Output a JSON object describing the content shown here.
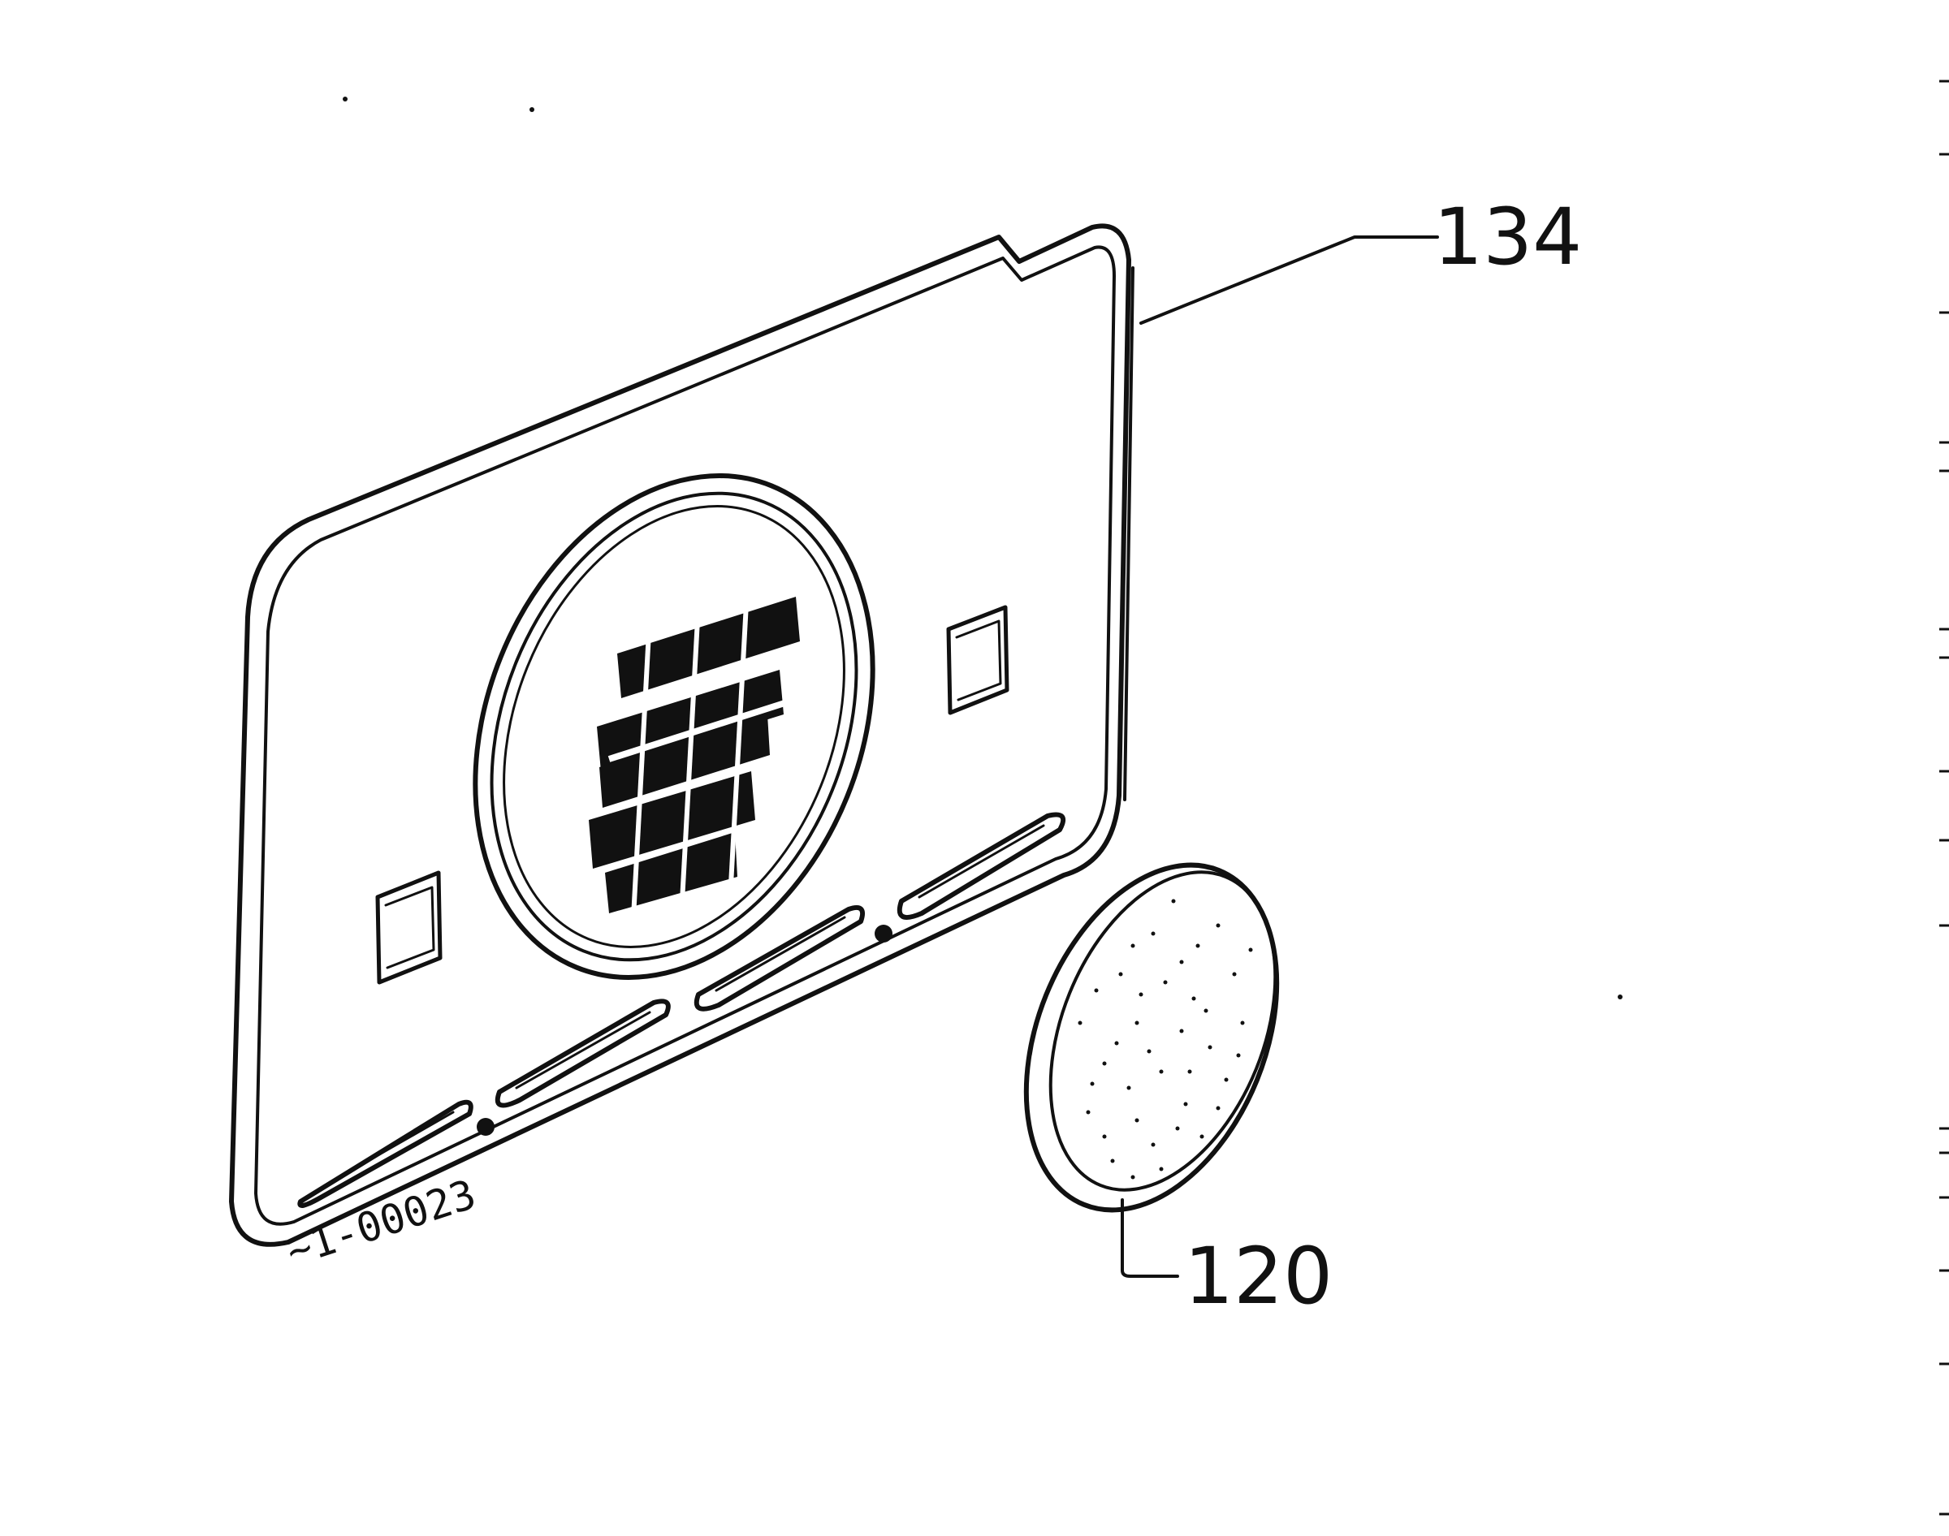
{
  "diagram": {
    "labels": {
      "cover_plate": "134",
      "filter_disc": "120"
    },
    "part_code": "~1-00023",
    "colors": {
      "ink": "#111111",
      "background": "#ffffff"
    }
  }
}
